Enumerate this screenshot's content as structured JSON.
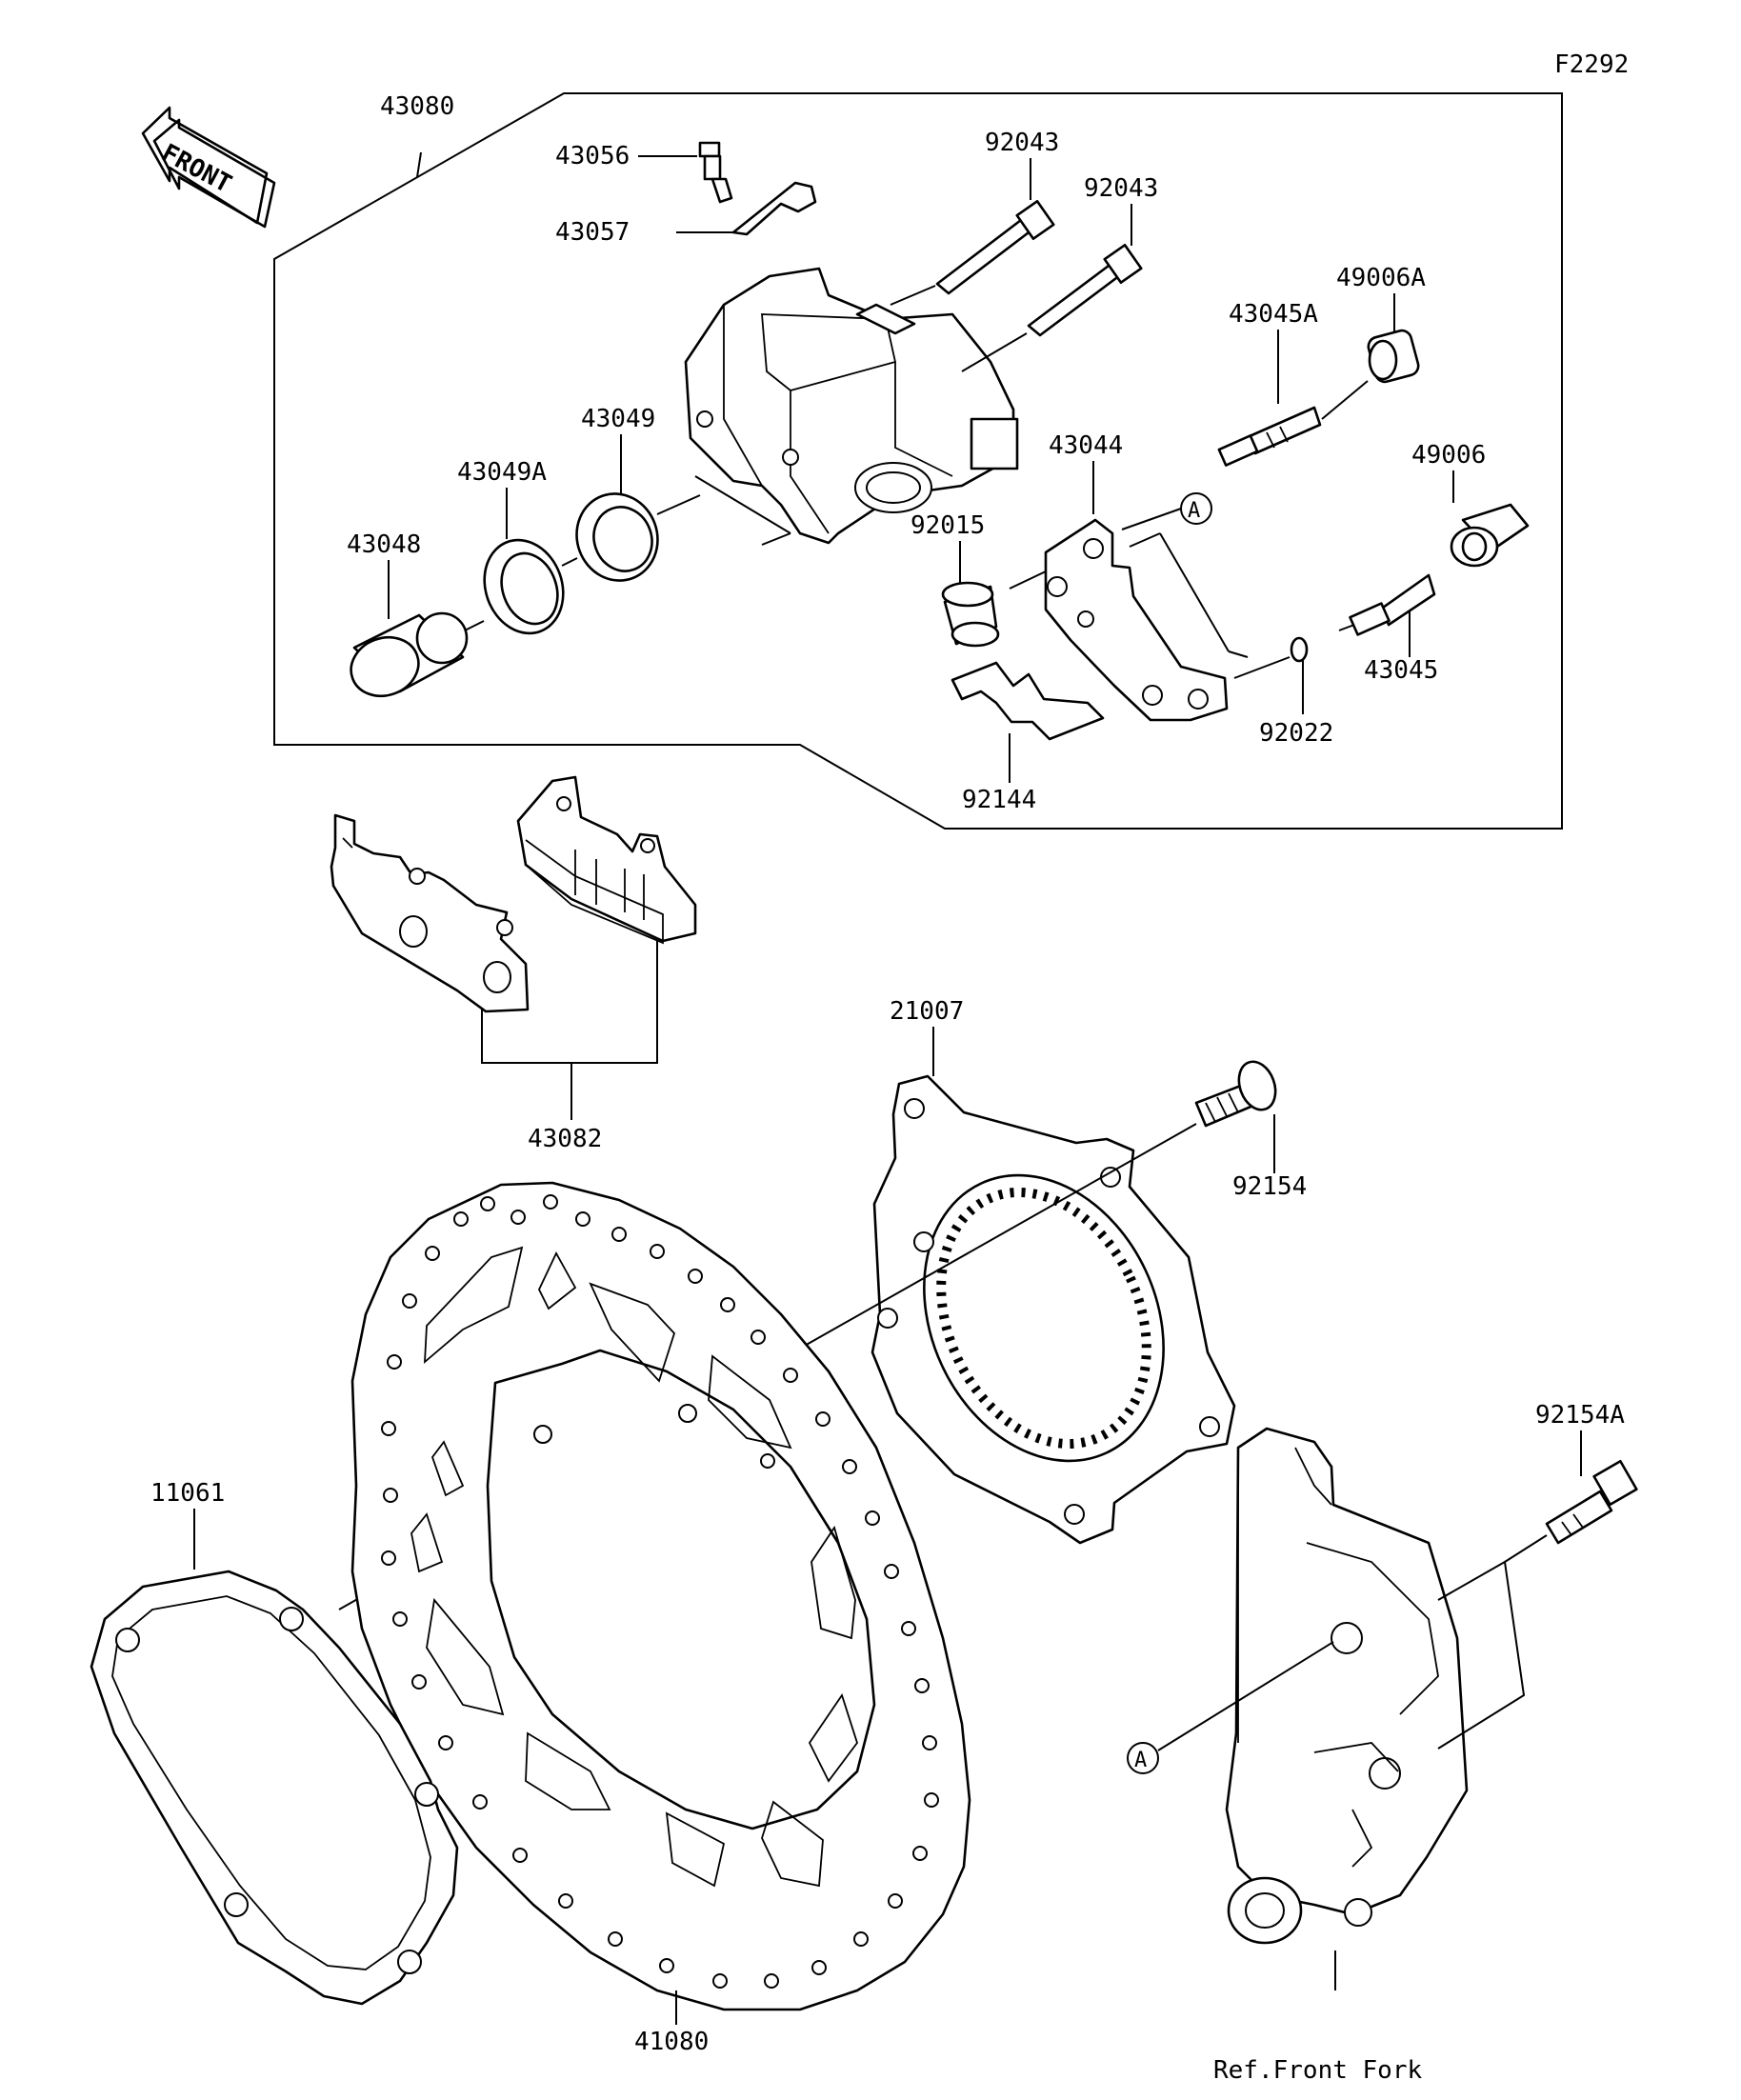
{
  "figure_id": "F2292",
  "front_label": "FRONT",
  "ref_label": "Ref.Front Fork",
  "circle_ref": "A",
  "parts": {
    "p43080": "43080",
    "p43056": "43056",
    "p43057": "43057",
    "p92043a": "92043",
    "p92043b": "92043",
    "p49006A": "49006A",
    "p43045A": "43045A",
    "p43044": "43044",
    "p49006": "49006",
    "p43049": "43049",
    "p43049A": "43049A",
    "p43048": "43048",
    "p92015": "92015",
    "p43045": "43045",
    "p92022": "92022",
    "p92144": "92144",
    "p43082": "43082",
    "p21007": "21007",
    "p92154": "92154",
    "p92154A": "92154A",
    "p11061": "11061",
    "p41080": "41080"
  }
}
